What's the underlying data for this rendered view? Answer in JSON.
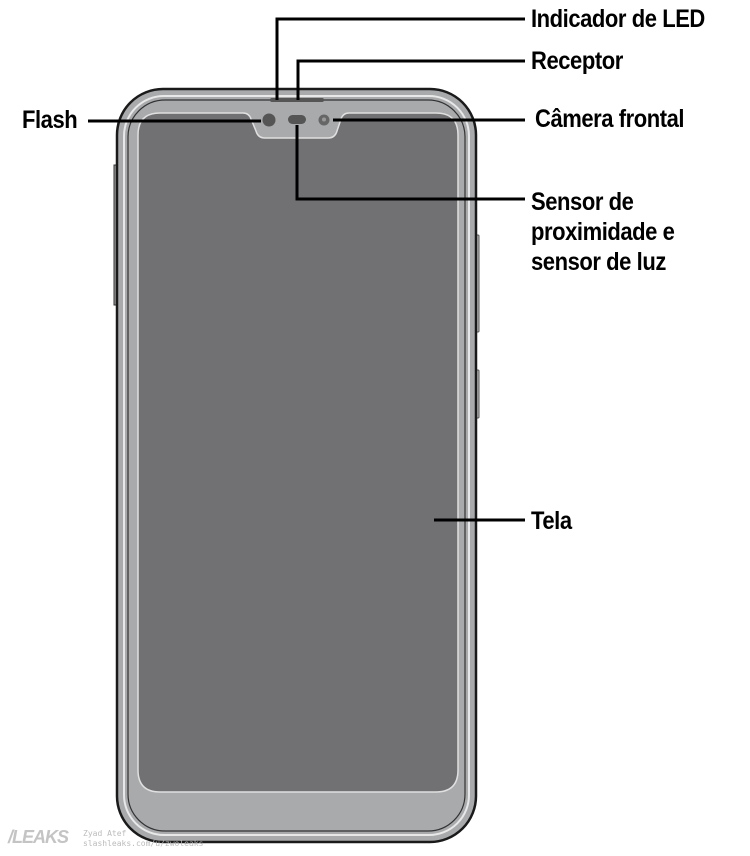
{
  "labels": {
    "led": "Indicador de LED",
    "receiver": "Receptor",
    "flash": "Flash",
    "front_camera": "Câmera frontal",
    "sensor_line1": "Sensor de",
    "sensor_line2": "proximidade e",
    "sensor_line3": "sensor de luz",
    "screen": "Tela"
  },
  "watermark": {
    "logo": "/LEAKS",
    "author": "Zyad Atef",
    "url": "slashleaks.com/u/zwoleaks"
  },
  "colors": {
    "body": "#a9aaac",
    "screen": "#717173",
    "outline": "#1a1a1a",
    "leader": "#000000"
  }
}
